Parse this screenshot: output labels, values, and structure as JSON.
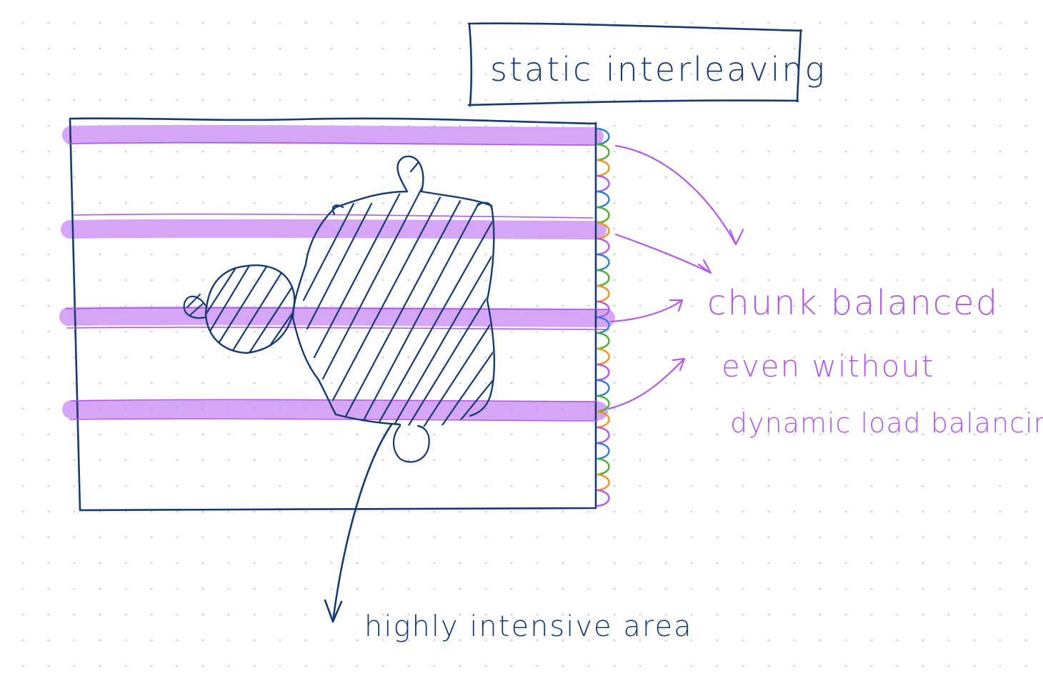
{
  "title_box": {
    "label": "static interleaving"
  },
  "annotations": {
    "chunk_note_line1": "chunk balanced",
    "chunk_note_line2": "even without",
    "chunk_note_line3": "dynamic load balancing",
    "intensive_note": "highly intensive area"
  },
  "rows": {
    "highlighted_count": 4
  },
  "colors": {
    "ink": "#163a73",
    "highlight": "#c98cf4",
    "annotation": "#b15be8",
    "chunk_colors": [
      "#2f7fd6",
      "#4caf2e",
      "#ee9320",
      "#b15be8"
    ]
  }
}
